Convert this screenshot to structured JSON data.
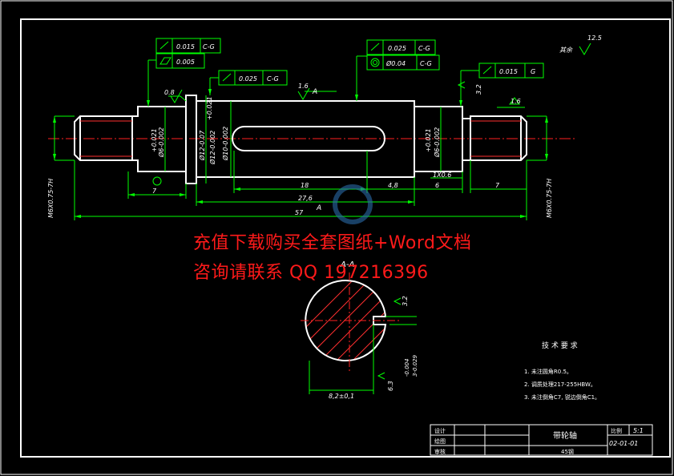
{
  "drawing": {
    "roughness_note": "其余",
    "roughness_general": "12.5",
    "section_label": "A-A",
    "section_arrow_top": "A",
    "section_arrow_bottom": "A"
  },
  "tolerances": {
    "left_1_value": "0.015",
    "left_1_datum": "C-G",
    "left_2_value": "0.005",
    "left_mid_value": "0.025",
    "left_mid_datum": "C-G",
    "center_1_value": "0.025",
    "center_1_datum": "C-G",
    "center_2_value": "Ø0.04",
    "center_2_datum": "C-G",
    "right_value": "0.015",
    "right_datum": "G"
  },
  "roughness": {
    "r1": "0.8",
    "r2": "1.6",
    "r3": "3.2",
    "r4": "1.6",
    "r5": "3.2",
    "r6": "6.3"
  },
  "dimensions": {
    "thread_left": "M6X0.75-7H",
    "thread_right": "M6X0.75-7H",
    "d_left_bearing": "Ø6-0.002",
    "d_left_bearing_tol": "+0.021",
    "d_shoulder": "Ø12-0.07",
    "d_key_1": "Ø12-0.002",
    "d_key_2": "Ø10-0.002",
    "d_key_tol": "+0.021",
    "d_right_bearing": "Ø6-0.002",
    "d_right_bearing_tol": "+0.021",
    "len_7_left": "7",
    "len_18": "18",
    "len_4_8": "4,8",
    "len_27_6": "27,6",
    "len_57": "57",
    "len_6": "6",
    "len_7_right": "7",
    "chamfer": "1X0.6",
    "section_width": "8,2±0,1",
    "section_depth_1": "-0.004",
    "section_depth_2": "3-0.029"
  },
  "tech_requirements": {
    "title": "技 术 要 求",
    "items": [
      "1. 未注圆角R0.5。",
      "2. 调质处理217-255HBW。",
      "3. 未注倒角C7, 锐边倒角C1。"
    ]
  },
  "title_block": {
    "designed": "设计",
    "drawn": "绘图",
    "reviewed": "审核",
    "part_name": "带轮轴",
    "scale_label": "比例",
    "scale_value": "5:1",
    "drawing_number": "02-01-01",
    "material": "45钢"
  },
  "watermark": {
    "line1": "充值下载购买全套图纸+Word文档",
    "line2": "咨询请联系 QQ 197216396"
  }
}
